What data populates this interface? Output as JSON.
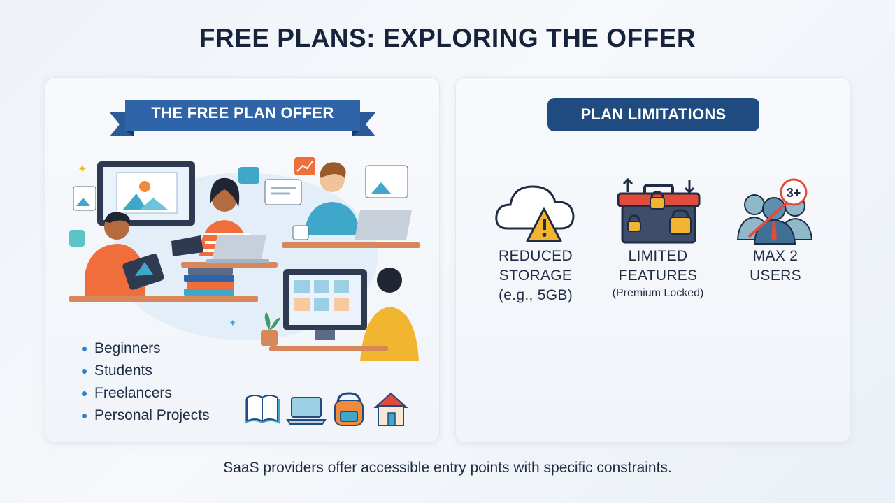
{
  "title": "FREE PLANS: EXPLORING THE OFFER",
  "left_panel": {
    "banner": "THE FREE PLAN OFFER",
    "audience": [
      "Beginners",
      "Students",
      "Freelancers",
      "Personal Projects"
    ],
    "audience_icons": [
      "book-icon",
      "laptop-icon",
      "backpack-icon",
      "house-icon"
    ]
  },
  "right_panel": {
    "heading": "PLAN LIMITATIONS",
    "limits": [
      {
        "icon": "cloud-warning-icon",
        "line1": "REDUCED",
        "line2": "STORAGE",
        "line3": "(e.g., 5GB)"
      },
      {
        "icon": "locked-toolbox-icon",
        "line1": "LIMITED",
        "line2": "FEATURES",
        "note": "(Premium Locked)"
      },
      {
        "icon": "max-users-icon",
        "line1": "MAX 2",
        "line2": "USERS",
        "badge": "3+"
      }
    ]
  },
  "caption": "SaaS providers offer accessible entry points with specific constraints.",
  "colors": {
    "accent": "#1f4b80",
    "banner": "#2f65a8",
    "warning": "#f2b531",
    "lock": "#f2b531",
    "cross": "#e24a3b"
  }
}
